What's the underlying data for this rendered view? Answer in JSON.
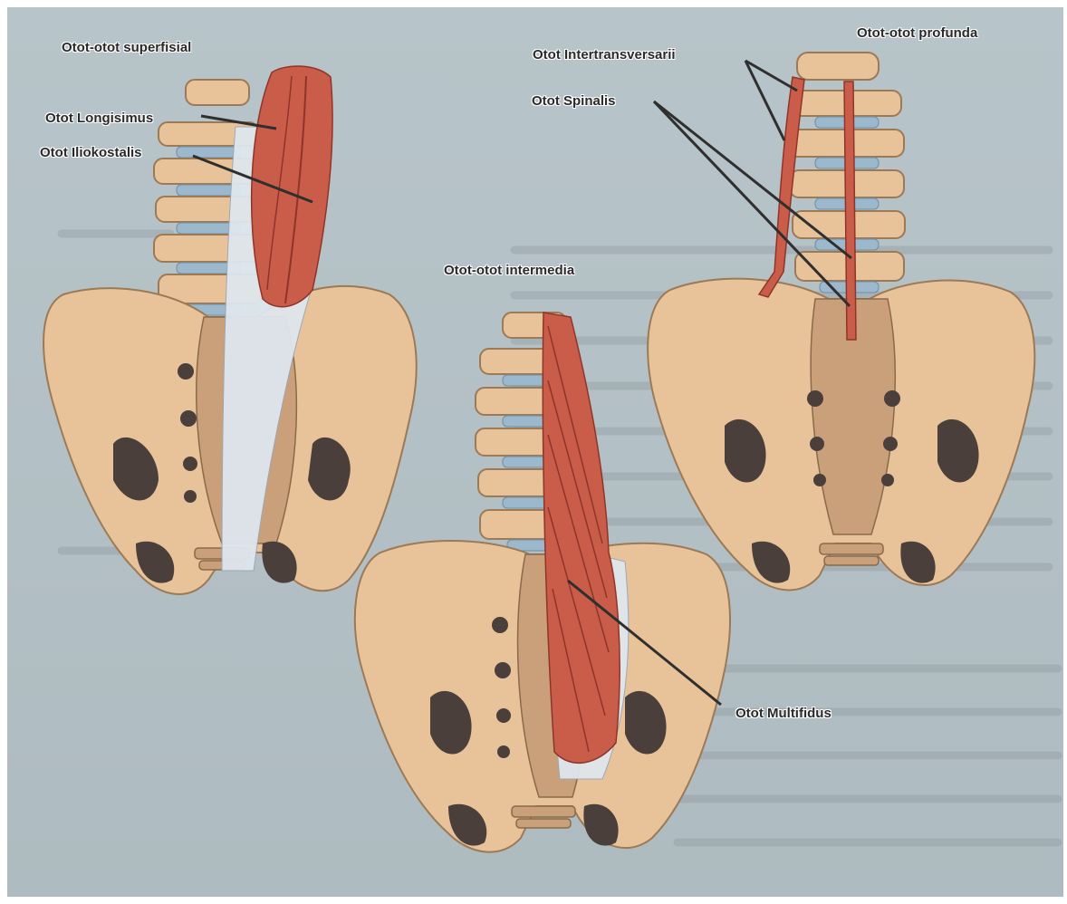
{
  "labels": {
    "superfisial": "Otot-otot superfisial",
    "longisimus": "Otot Longisimus",
    "iliokostalis": "Otot Iliokostalis",
    "intermedia": "Otot-otot intermedia",
    "profunda": "Otot-otot profunda",
    "intertransversarii": "Otot Intertransversarii",
    "spinalis": "Otot Spinalis",
    "multifidus": "Otot Multifidus"
  },
  "colors": {
    "background": "#b5c2c7",
    "bone": "#e8c39a",
    "muscle": "#c95d4a",
    "disc": "#9cb8cc",
    "fascia": "#dfe6ee"
  }
}
